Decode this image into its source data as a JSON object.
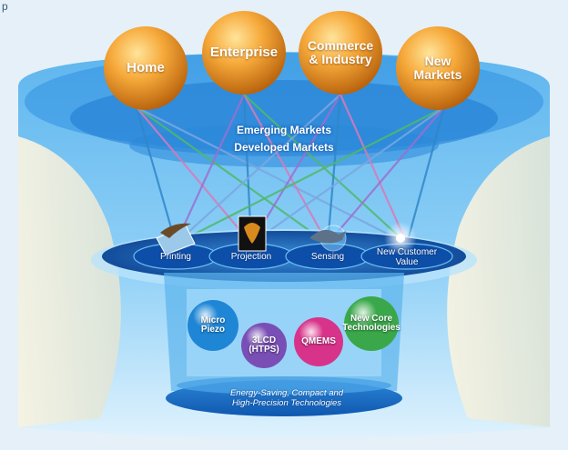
{
  "header_fragment": "p",
  "markets": [
    {
      "id": "home",
      "label": "Home"
    },
    {
      "id": "enterprise",
      "label": "Enterprise"
    },
    {
      "id": "commerce",
      "label": "Commerce\n& Industry"
    },
    {
      "id": "new-markets",
      "label": "New\nMarkets"
    }
  ],
  "market_layers": {
    "emerging": "Emerging Markets",
    "developed": "Developed Markets"
  },
  "applications": [
    {
      "id": "printing",
      "label": "Printing"
    },
    {
      "id": "projection",
      "label": "Projection"
    },
    {
      "id": "sensing",
      "label": "Sensing"
    },
    {
      "id": "new-customer-value",
      "label": "New Customer\nValue"
    }
  ],
  "core_technologies": [
    {
      "id": "micro-piezo",
      "label": "Micro\nPiezo",
      "color": "#1f86d6"
    },
    {
      "id": "3lcd",
      "label": "3LCD\n(HTPS)",
      "color": "#7a4fb5"
    },
    {
      "id": "qmems",
      "label": "QMEMS",
      "color": "#d8338a"
    },
    {
      "id": "new-core",
      "label": "New Core\nTechnologies",
      "color": "#3aa84a"
    }
  ],
  "base_caption": "Energy-Saving, Compact and\nHigh-Precision Technologies",
  "link_colors": [
    "#2f86c8",
    "#d77ab8",
    "#4fb86a",
    "#7aa7e0",
    "#9b6fd0"
  ]
}
